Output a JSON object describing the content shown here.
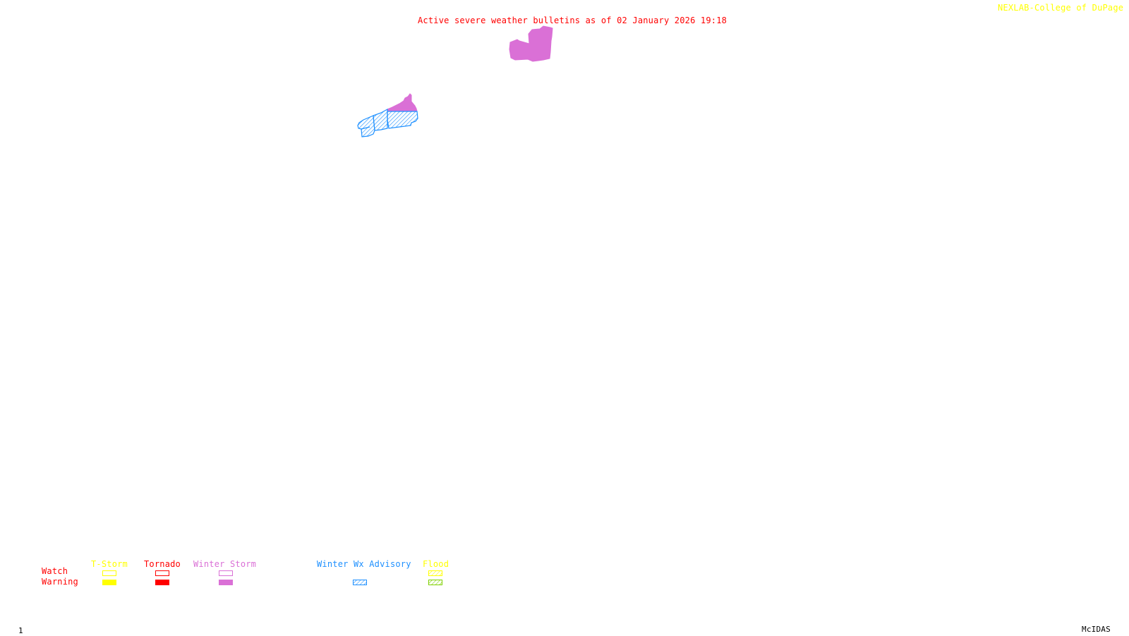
{
  "header": {
    "title": "Active severe weather bulletins as of 02 January 2026 19:18",
    "credit": "NEXLAB-College of DuPage",
    "credit_icon": "cursor-arrow-icon"
  },
  "footer": {
    "frame_number": "1",
    "software": "McIDAS"
  },
  "colors": {
    "title": "#ff0000",
    "credit": "#ffff00",
    "tstorm": "#ffff00",
    "tornado": "#ff0000",
    "winter_storm": "#da70d6",
    "winter_wx_advisory": "#1e90ff",
    "flood_watch": "#ffff00",
    "flood_warning": "#7fd000"
  },
  "legend": {
    "row_labels": {
      "watch": "Watch",
      "warning": "Warning"
    },
    "columns": [
      {
        "key": "tstorm",
        "label": "T-Storm",
        "watch": "outline",
        "warning": "solid"
      },
      {
        "key": "tornado",
        "label": "Tornado",
        "watch": "outline",
        "warning": "solid"
      },
      {
        "key": "winter_storm",
        "label": "Winter Storm",
        "watch": "outline",
        "warning": "solid"
      },
      {
        "key": "winter_wx_advisory",
        "label": "Winter Wx Advisory",
        "watch": "none",
        "warning": "hatched"
      },
      {
        "key": "flood",
        "label": "Flood",
        "watch": "hatched",
        "warning": "hatched"
      }
    ]
  },
  "bulletins": [
    {
      "type": "Winter Storm Warning",
      "style": "solid",
      "color_key": "winter_storm",
      "area": "northern"
    },
    {
      "type": "Winter Storm Warning",
      "style": "solid",
      "color_key": "winter_storm",
      "area": "central-east"
    },
    {
      "type": "Winter Wx Advisory",
      "style": "hatched",
      "color_key": "winter_wx_advisory",
      "area": "central-east"
    },
    {
      "type": "Winter Wx Advisory",
      "style": "hatched",
      "color_key": "winter_wx_advisory",
      "area": "central-middle"
    },
    {
      "type": "Winter Wx Advisory",
      "style": "hatched",
      "color_key": "winter_wx_advisory",
      "area": "central-west"
    }
  ]
}
